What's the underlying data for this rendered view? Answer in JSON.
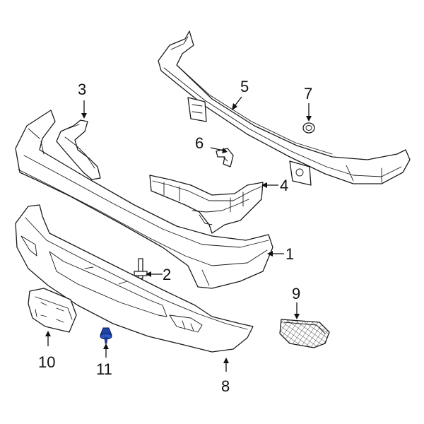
{
  "callouts": [
    {
      "id": "1",
      "label": "1"
    },
    {
      "id": "2",
      "label": "2"
    },
    {
      "id": "3",
      "label": "3"
    },
    {
      "id": "4",
      "label": "4"
    },
    {
      "id": "5",
      "label": "5"
    },
    {
      "id": "6",
      "label": "6"
    },
    {
      "id": "7",
      "label": "7"
    },
    {
      "id": "8",
      "label": "8"
    },
    {
      "id": "9",
      "label": "9"
    },
    {
      "id": "10",
      "label": "10"
    },
    {
      "id": "11",
      "label": "11"
    }
  ],
  "colors": {
    "line": "#1a1a1a",
    "highlight_part": "#1f44a8"
  }
}
